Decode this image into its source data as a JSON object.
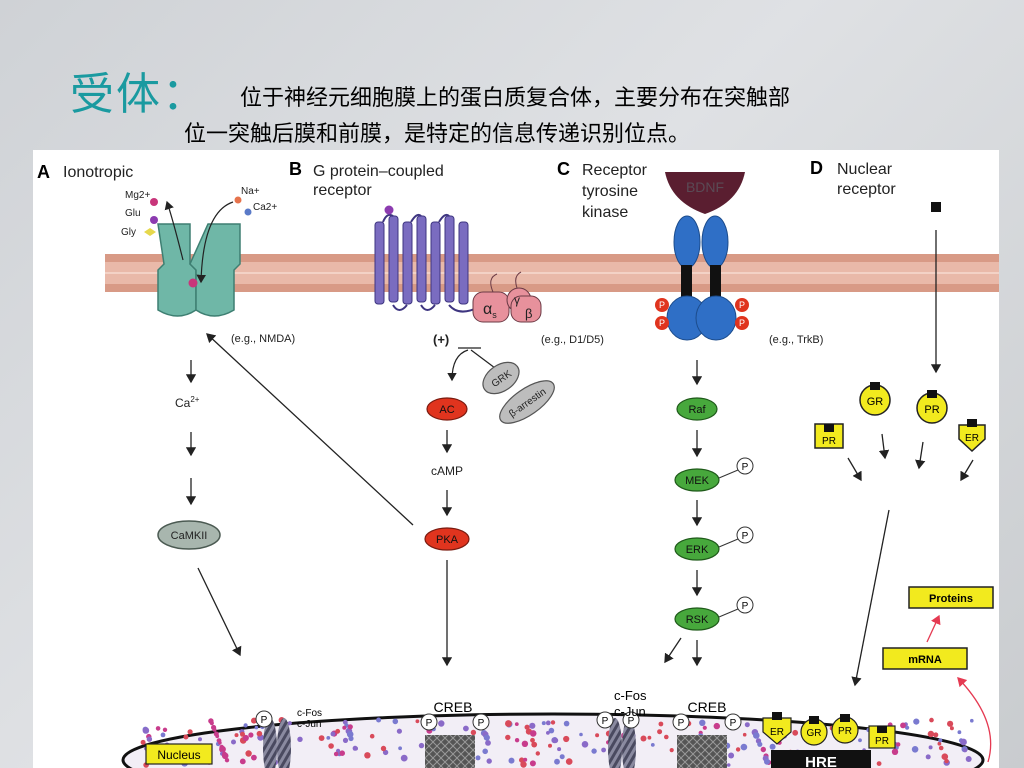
{
  "slide": {
    "title_keyword": "受体：",
    "title_line1": "位于神经元细胞膜上的蛋白质复合体，主要分布在突触部",
    "title_line2": "位一突触后膜和前膜，是特定的信息传递识别位点。"
  },
  "panels": {
    "a": {
      "letter": "A",
      "title": "Ionotropic",
      "example": "(e.g., NMDA)",
      "ions_left": [
        "Mg2+",
        "Glu",
        "Gly"
      ],
      "ions_right": [
        "Na+",
        "Ca2+"
      ],
      "ca_label": "Ca",
      "ca_sup": "2+",
      "camkii": "CaMKII"
    },
    "b": {
      "letter": "B",
      "title_line1": "G protein–coupled",
      "title_line2": "receptor",
      "example": "(e.g., D1/D5)",
      "plus": "(+)",
      "alpha": "α",
      "alpha_sub": "s",
      "gamma": "γ",
      "beta": "β",
      "grk": "GRK",
      "arrestin": "β-arrestin",
      "ac": "AC",
      "camp": "cAMP",
      "pka": "PKA"
    },
    "c": {
      "letter": "C",
      "title_line1": "Receptor",
      "title_line2": "tyrosine",
      "title_line3": "kinase",
      "ligand": "BDNF",
      "example": "(e.g., TrkB)",
      "p": "P",
      "raf": "Raf",
      "mek": "MEK",
      "erk": "ERK",
      "rsk": "RSK"
    },
    "d": {
      "letter": "D",
      "title_line1": "Nuclear",
      "title_line2": "receptor",
      "gr": "GR",
      "pr": "PR",
      "er": "ER",
      "proteins": "Proteins",
      "mrna": "mRNA"
    }
  },
  "nucleus": {
    "label": "Nucleus",
    "cfos": "c-Fos",
    "cjun": "c-Jun",
    "creb": "CREB",
    "hre": "HRE",
    "p": "P"
  },
  "colors": {
    "title_accent": "#1a9aa0",
    "membrane": "#e8b2a0",
    "receptor_teal": "#6fb7a7",
    "gpcr": "#6a5ca8",
    "red_node": "#e0341e",
    "green_node": "#47a83c",
    "yellow_box": "#f2ea1e"
  }
}
